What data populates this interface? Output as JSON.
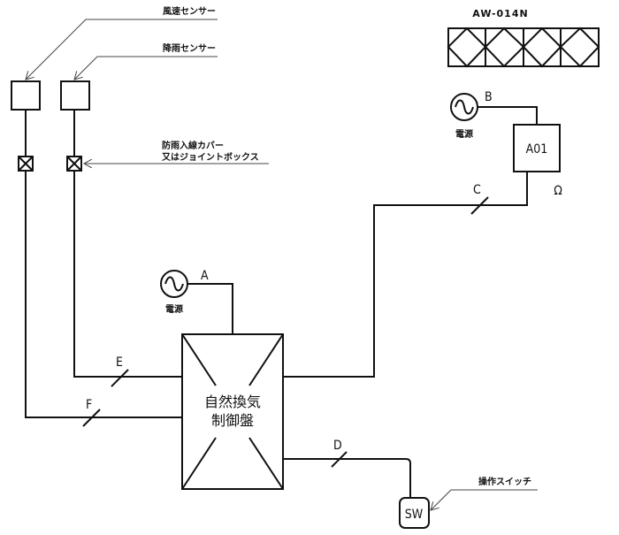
{
  "diagram": {
    "title_model": "AW-014N",
    "labels": {
      "wind_sensor": "風速センサー",
      "rain_sensor": "降雨センサー",
      "junction_line1": "防雨入線カバー",
      "junction_line2": "又はジョイントボックス",
      "power_a": "電源",
      "power_b": "電源",
      "controller_line1": "自然換気",
      "controller_line2": "制御盤",
      "actuator": "A01",
      "omega": "Ω",
      "switch": "SW",
      "switch_label": "操作スイッチ"
    },
    "wires": {
      "a": "A",
      "b": "B",
      "c": "C",
      "d": "D",
      "e": "E",
      "f": "F"
    }
  }
}
